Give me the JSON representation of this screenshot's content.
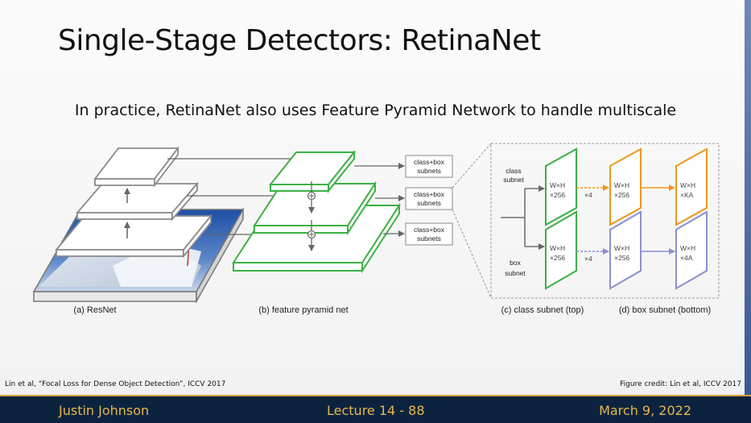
{
  "slide": {
    "title": "Single-Stage Detectors: RetinaNet",
    "subtitle": "In practice, RetinaNet also uses Feature Pyramid Network to handle multiscale"
  },
  "figure": {
    "panel_a_label": "(a) ResNet",
    "panel_b_label": "(b) feature pyramid net",
    "panel_c_label": "(c) class subnet (top)",
    "panel_d_label": "(d) box subnet (bottom)",
    "subnet_box_line1": "class+box",
    "subnet_box_line2": "subnets",
    "class_subnet_line1": "class",
    "class_subnet_line2": "subnet",
    "box_subnet_line1": "box",
    "box_subnet_line2": "subnet",
    "wh": "W×H",
    "c256": "×256",
    "cKA": "×KA",
    "c4A": "×4A",
    "x4": "×4",
    "colors": {
      "resnet": "#8a8a8a",
      "fpn": "#3cb043",
      "class_head": "#f0961e",
      "box_head": "#8c8fcf"
    }
  },
  "credits": {
    "left": "Lin et al, “Focal Loss for Dense Object Detection”, ICCV 2017",
    "right": "Figure credit: Lin et al, ICCV 2017"
  },
  "footer": {
    "author": "Justin Johnson",
    "lecture": "Lecture 14 -  88",
    "date": "March 9, 2022"
  }
}
